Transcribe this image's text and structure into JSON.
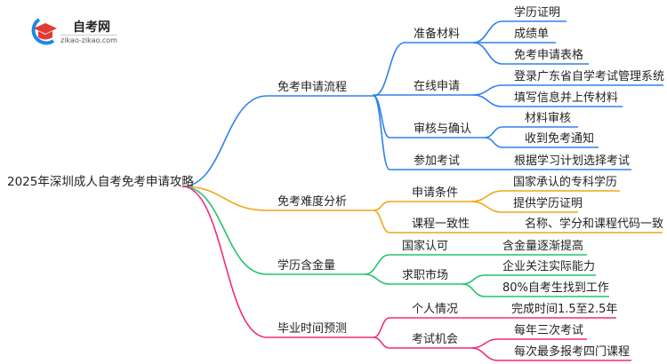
{
  "logo": {
    "title": "自考网",
    "url": "zikao-zikao.com"
  },
  "colors": {
    "blue": "#2f80ed",
    "orange": "#f2a516",
    "green": "#22c46e",
    "pink": "#f02a7c"
  },
  "root": "2025年深圳成人自考免考申请攻略",
  "branches": [
    {
      "label": "免考申请流程",
      "children": [
        {
          "label": "准备材料",
          "children": [
            "学历证明",
            "成绩单",
            "免考申请表格"
          ]
        },
        {
          "label": "在线申请",
          "children": [
            "登录广东省自学考试管理系统",
            "填写信息并上传材料"
          ]
        },
        {
          "label": "审核与确认",
          "children": [
            "材料审核",
            "收到免考通知"
          ]
        },
        {
          "label": "参加考试",
          "children": [
            "根据学习计划选择考试"
          ]
        }
      ]
    },
    {
      "label": "免考难度分析",
      "children": [
        {
          "label": "申请条件",
          "children": [
            "国家承认的专科学历",
            "提供学历证明"
          ]
        },
        {
          "label": "课程一致性",
          "children": [
            "名称、学分和课程代码一致"
          ]
        }
      ]
    },
    {
      "label": "学历含金量",
      "children": [
        {
          "label": "国家认可",
          "children": [
            "含金量逐渐提高"
          ]
        },
        {
          "label": "求职市场",
          "children": [
            "企业关注实际能力",
            "80%自考生找到工作"
          ]
        }
      ]
    },
    {
      "label": "毕业时间预测",
      "children": [
        {
          "label": "个人情况",
          "children": [
            "完成时间1.5至2.5年"
          ]
        },
        {
          "label": "考试机会",
          "children": [
            "每年三次考试",
            "每次最多报考四门课程"
          ]
        }
      ]
    }
  ]
}
